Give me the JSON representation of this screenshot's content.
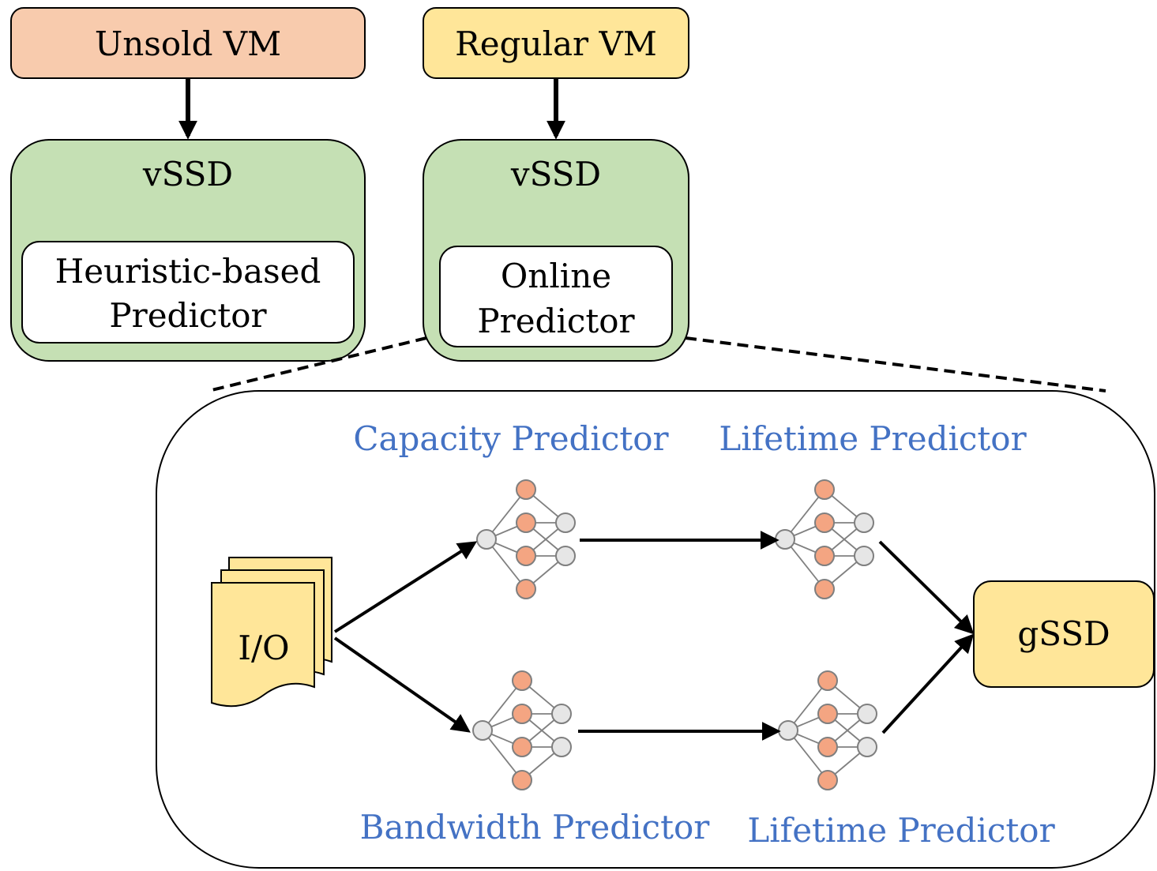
{
  "colors": {
    "unsold_fill": "#f8cbad",
    "regular_fill": "#ffe699",
    "vssd_fill": "#c5e0b4",
    "predictor_fill": "#ffffff",
    "label_blue": "#4472c4",
    "neuron_orange": "#f4a582",
    "neuron_gray": "#e6e6e6",
    "io_fill": "#ffe699",
    "gssd_fill": "#ffe699"
  },
  "nodes": {
    "unsold_vm": "Unsold VM",
    "regular_vm": "Regular VM",
    "vssd_left": "vSSD",
    "vssd_right": "vSSD",
    "heuristic_line1": "Heuristic-based",
    "heuristic_line2": "Predictor",
    "online_line1": "Online",
    "online_line2": "Predictor",
    "io": "I/O",
    "gssd": "gSSD"
  },
  "labels": {
    "capacity": "Capacity Predictor",
    "lifetime_top": "Lifetime Predictor",
    "bandwidth": "Bandwidth Predictor",
    "lifetime_bottom": "Lifetime Predictor"
  },
  "icons": {
    "neural_net": "neural-network-icon",
    "document_stack": "document-stack-icon"
  }
}
